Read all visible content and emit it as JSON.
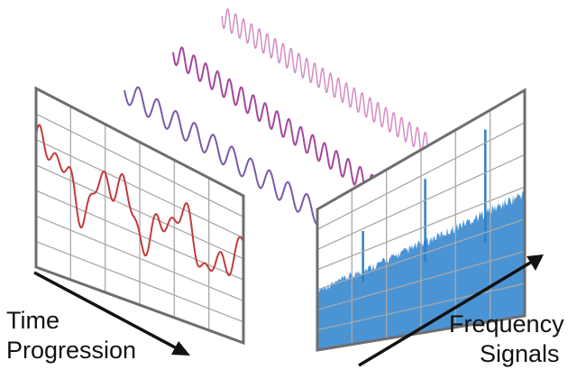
{
  "labels": {
    "time_line1": "Time",
    "time_line2": "Progression",
    "freq_line1": "Frequency",
    "freq_line2": "Signals"
  },
  "colors": {
    "time_signal": "#c23b3b",
    "wave_low": "#7a5aa6",
    "wave_mid": "#a5479c",
    "wave_high": "#d48cc4",
    "spectrum_fill": "#4a94d4",
    "spectrum_peak": "#2f7fc6",
    "panel_frame": "#6e6e6e",
    "panel_grid": "#a9a9a9",
    "arrow": "#111111"
  },
  "icons": [
    "time-progression-arrow-icon",
    "frequency-signals-arrow-icon"
  ]
}
